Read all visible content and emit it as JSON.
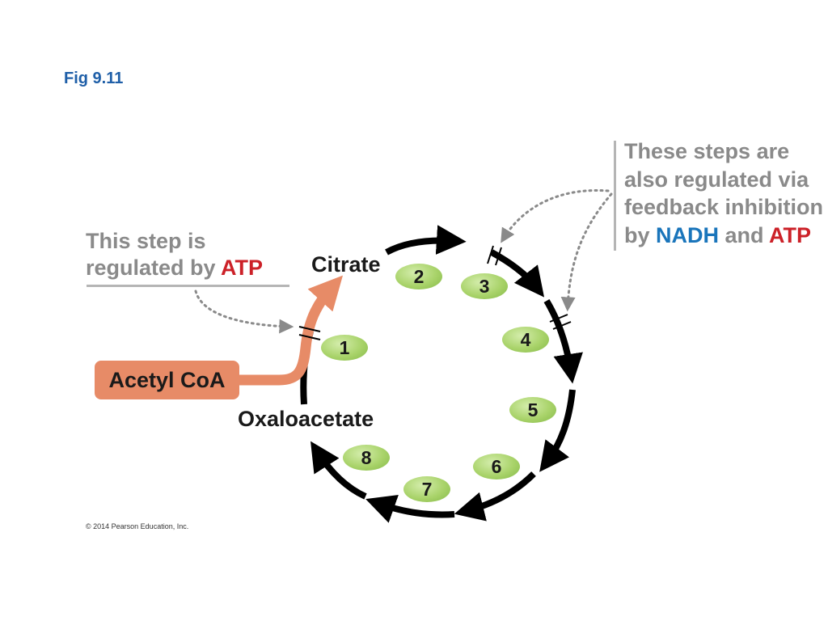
{
  "slide": {
    "figure_label": "Fig 9.11",
    "copyright": "© 2014 Pearson Education, Inc."
  },
  "callouts": {
    "left": {
      "line1": "This step is",
      "line2_prefix": "regulated by ",
      "line2_highlight": "ATP"
    },
    "right": {
      "line1": "These steps are",
      "line2": "also regulated via",
      "line3": "feedback inhibition",
      "line4_prefix": "by ",
      "line4_blue": "NADH",
      "line4_mid": " and ",
      "line4_red": "ATP"
    }
  },
  "metabolites": {
    "citrate": "Citrate",
    "oxaloacetate": "Oxaloacetate",
    "acetyl_coa": "Acetyl CoA"
  },
  "steps": [
    "1",
    "2",
    "3",
    "4",
    "5",
    "6",
    "7",
    "8"
  ],
  "colors": {
    "figure_label": "#1f5fa8",
    "callout_text": "#8a8a8a",
    "atp_red": "#cc2128",
    "nadh_blue": "#1a75bb",
    "acetyl_coa_fill": "#e78b67",
    "step_fill": "#a9d36a",
    "cycle_arrow": "#000000",
    "dotted_arrow": "#8a8a8a"
  }
}
